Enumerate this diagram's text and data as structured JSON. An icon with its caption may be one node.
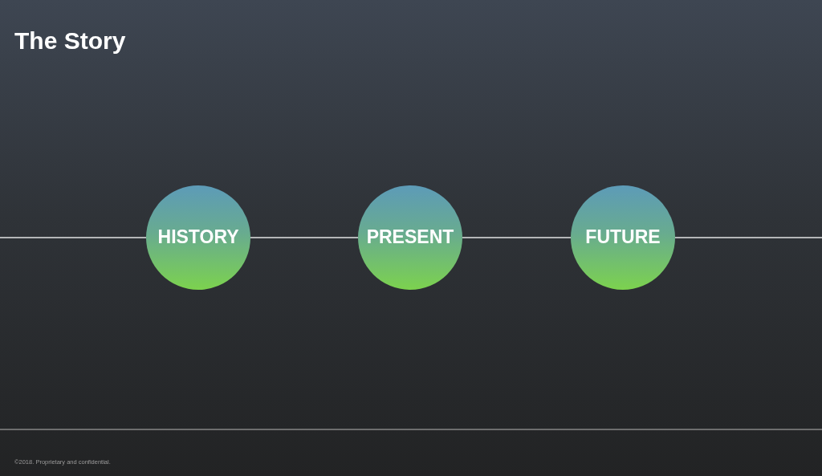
{
  "diagram": {
    "title": "The Story",
    "nodes": [
      {
        "text": [
          "HISTORY"
        ]
      },
      {
        "text": [
          "PRESENT"
        ]
      },
      {
        "text": [
          "FUTURE"
        ]
      }
    ],
    "edges": [
      {
        "from": null,
        "to": 0,
        "arrow": "none"
      },
      {
        "from": 0,
        "to": 1,
        "arrow": "none"
      },
      {
        "from": 1,
        "to": 2,
        "arrow": "none"
      },
      {
        "from": 2,
        "to": null,
        "arrow": "none"
      }
    ],
    "labels": [
      "©2018. Proprietary and confidential."
    ]
  }
}
